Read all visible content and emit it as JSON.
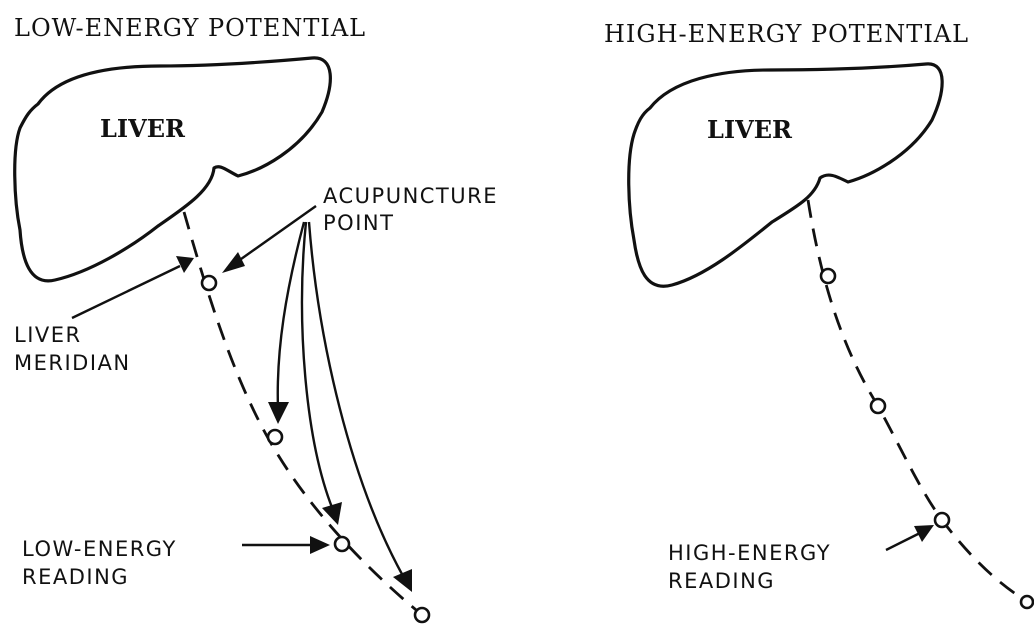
{
  "left_panel": {
    "heading": "LOW-ENERGY POTENTIAL",
    "organ_label": "LIVER",
    "acupuncture_label": [
      "ACUPUNCTURE",
      "POINT"
    ],
    "meridian_label": [
      "LIVER",
      "MERIDIAN"
    ],
    "reading_label": [
      "LOW-ENERGY",
      "READING"
    ]
  },
  "right_panel": {
    "heading": "HIGH-ENERGY POTENTIAL",
    "organ_label": "LIVER",
    "reading_label": [
      "HIGH-ENERGY",
      "READING"
    ]
  }
}
